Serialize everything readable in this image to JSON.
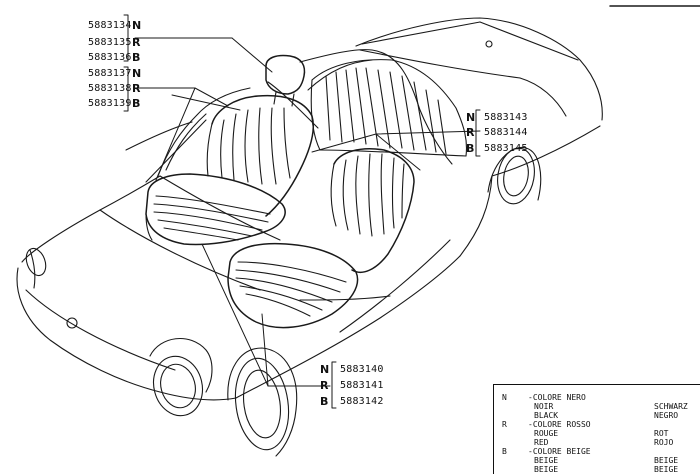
{
  "callouts": {
    "headrest": {
      "parts": [
        {
          "number": "5883134",
          "code": "N"
        },
        {
          "number": "5883135",
          "code": "R"
        },
        {
          "number": "5883136",
          "code": "B"
        }
      ]
    },
    "seat_back": {
      "parts": [
        {
          "number": "5883137",
          "code": "N"
        },
        {
          "number": "5883138",
          "code": "R"
        },
        {
          "number": "5883139",
          "code": "B"
        }
      ]
    },
    "rear_cover": {
      "parts": [
        {
          "number": "5883143",
          "code": "N"
        },
        {
          "number": "5883144",
          "code": "R"
        },
        {
          "number": "5883145",
          "code": "B"
        }
      ]
    },
    "seat_cushion": {
      "parts": [
        {
          "number": "5883140",
          "code": "N"
        },
        {
          "number": "5883141",
          "code": "R"
        },
        {
          "number": "5883142",
          "code": "B"
        }
      ]
    }
  },
  "legend": {
    "entries": [
      {
        "code": "N",
        "title": "-COLORE NERO",
        "fr": "NOIR",
        "en": "BLACK",
        "de": "SCHWARZ",
        "es": "NEGRO"
      },
      {
        "code": "R",
        "title": "-COLORE ROSSO",
        "fr": "ROUGE",
        "en": "RED",
        "de": "ROT",
        "es": "ROJO"
      },
      {
        "code": "B",
        "title": "-COLORE BEIGE",
        "fr": "BEIGE",
        "en": "BEIGE",
        "de": "BEIGE",
        "es": "BEIGE"
      }
    ]
  }
}
